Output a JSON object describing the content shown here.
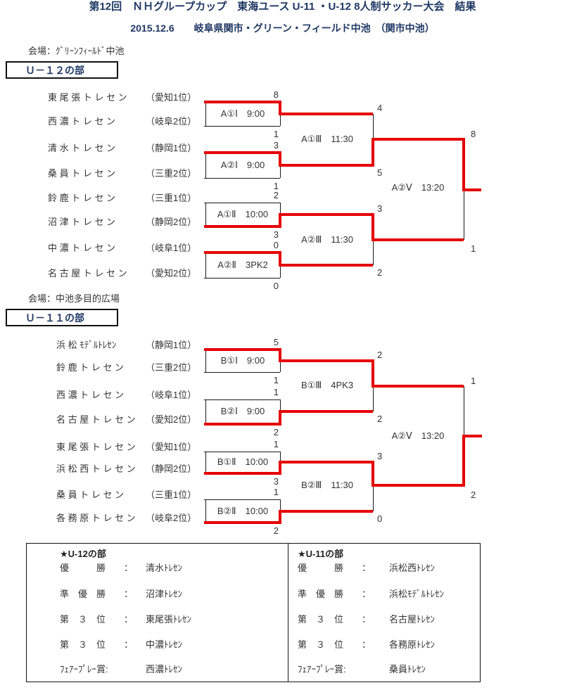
{
  "page": {
    "title": "第12回　ＮＨグループカップ　東海ユース U-11 ・U-12 8人制サッカー大会　結果",
    "subtitle": "2015.12.6　　岐阜県関市・グリーン・フィールド中池　（関市中池）"
  },
  "colors": {
    "winner_red": "#e60000",
    "line_black": "#1a1a1a",
    "heading_navy": "#1f3864",
    "text": "#333333"
  },
  "u12": {
    "venue": "会場：ｸﾞﾘｰﾝﾌｨｰﾙﾄﾞ中池",
    "section_title": "Ｕ－１２の部",
    "teams": [
      {
        "name": "東 尾 張 ト レ セ ン",
        "seed": "（愛知1位）",
        "score": "8"
      },
      {
        "name": "西 濃 ト レ セ ン",
        "seed": "（岐阜2位）",
        "score": "1"
      },
      {
        "name": "清 水 ト レ セ ン",
        "seed": "（静岡1位）",
        "score": "3"
      },
      {
        "name": "桑 員 ト レ セ ン",
        "seed": "（三重2位）",
        "score": "1"
      },
      {
        "name": "鈴 鹿 ト レ セ ン",
        "seed": "（三重1位）",
        "score": "2"
      },
      {
        "name": "沼 津 ト レ セ ン",
        "seed": "（静岡2位）",
        "score": "3"
      },
      {
        "name": "中 濃 ト レ セ ン",
        "seed": "（岐阜1位）",
        "score": "0"
      },
      {
        "name": "名 古 屋 ト レ セ ン",
        "seed": "（愛知2位）",
        "score": "0"
      }
    ],
    "round1": [
      {
        "label": "A①Ⅰ　9:00"
      },
      {
        "label": "A②Ⅰ　9:00"
      },
      {
        "label": "A①Ⅱ　10:00"
      },
      {
        "label": "A②Ⅱ　3PK2"
      }
    ],
    "semis": [
      {
        "label": "A①Ⅲ　11:30",
        "score_top": "4",
        "score_bottom": "5"
      },
      {
        "label": "A②Ⅲ　11:30",
        "score_top": "3",
        "score_bottom": "2"
      }
    ],
    "final": {
      "label": "A②Ⅴ　13:20",
      "score_top": "8",
      "score_bottom": "1"
    }
  },
  "u11": {
    "venue": "会場：中池多目的広場",
    "section_title": "Ｕ－１１の部",
    "teams": [
      {
        "name": "浜 松 ﾓﾃﾞﾙﾄﾚｾﾝ",
        "seed": "（静岡1位）",
        "score": "5"
      },
      {
        "name": "鈴 鹿 ト レ セ ン",
        "seed": "（三重2位）",
        "score": "1"
      },
      {
        "name": "西 濃 ト レ セ ン",
        "seed": "（岐阜1位）",
        "score": "1"
      },
      {
        "name": "名 古 屋 ト レ セ ン",
        "seed": "（愛知2位）",
        "score": "2"
      },
      {
        "name": "東 尾 張 ト レ セ ン",
        "seed": "（愛知1位）",
        "score": "1"
      },
      {
        "name": "浜 松 西 ト レ セ ン",
        "seed": "（静岡2位）",
        "score": "3"
      },
      {
        "name": "桑 員 ト レ セ ン",
        "seed": "（三重1位）",
        "score": "1"
      },
      {
        "name": "各 務 原 ト レ セ ン",
        "seed": "（岐阜2位）",
        "score": "2"
      }
    ],
    "round1": [
      {
        "label": "B①Ⅰ　9:00"
      },
      {
        "label": "B②Ⅰ　9:00"
      },
      {
        "label": "B①Ⅱ　10:00"
      },
      {
        "label": "B②Ⅱ　10:00"
      }
    ],
    "semis": [
      {
        "label": "B①Ⅲ　4PK3",
        "score_top": "2",
        "score_bottom": "2"
      },
      {
        "label": "B②Ⅲ　11:30",
        "score_top": "3",
        "score_bottom": "0"
      }
    ],
    "final": {
      "label": "A②Ⅴ　13:20",
      "score_top": "1",
      "score_bottom": "2"
    }
  },
  "results": {
    "u12": {
      "heading": "★U-12の部",
      "rows": [
        {
          "label": "優　　　勝　　：",
          "value": "清水ﾄﾚｾﾝ"
        },
        {
          "label": "準　優　勝　　：",
          "value": "沼津ﾄﾚｾﾝ"
        },
        {
          "label": "第　３　位　　：",
          "value": "東尾張ﾄﾚｾﾝ"
        },
        {
          "label": "第　３　位　　：",
          "value": "中濃ﾄﾚｾﾝ"
        },
        {
          "label": "ﾌｪｱｰﾌﾟﾚｰ賞:",
          "value": "西濃ﾄﾚｾﾝ"
        }
      ]
    },
    "u11": {
      "heading": "★U-11の部",
      "rows": [
        {
          "label": "優　　　勝　　：",
          "value": "浜松西ﾄﾚｾﾝ"
        },
        {
          "label": "準　優　勝　　：",
          "value": "浜松ﾓﾃﾞﾙﾄﾚｾﾝ"
        },
        {
          "label": "第　３　位　　：",
          "value": "名古屋ﾄﾚｾﾝ"
        },
        {
          "label": "第　３　位　　：",
          "value": "各務原ﾄﾚｾﾝ"
        },
        {
          "label": "ﾌｪｱｰﾌﾟﾚｰ賞:",
          "value": "桑員ﾄﾚｾﾝ"
        }
      ]
    }
  }
}
